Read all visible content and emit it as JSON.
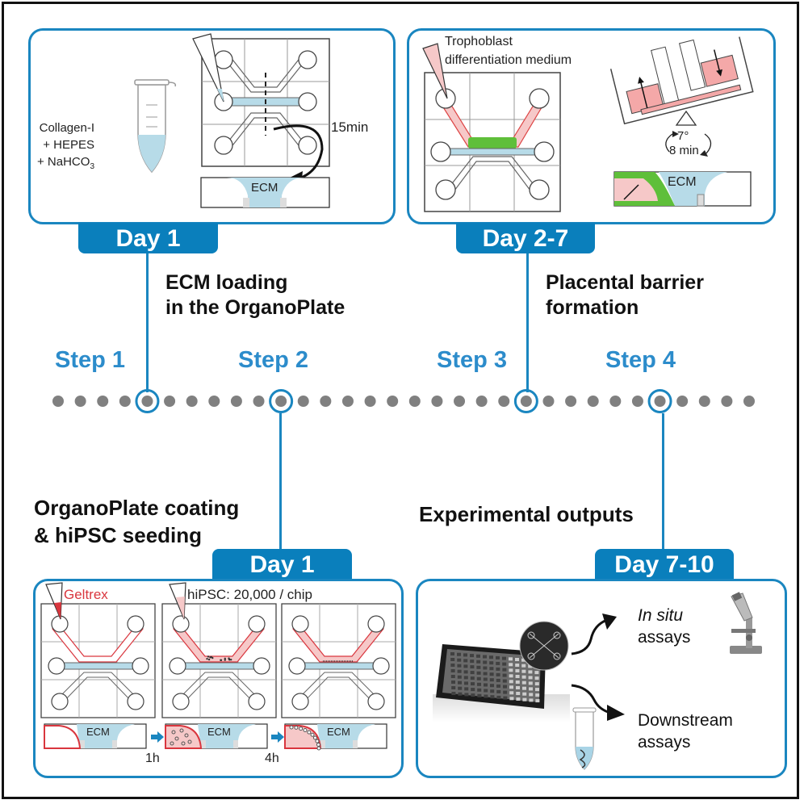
{
  "timeline": {
    "dot_count": 32,
    "highlight_indices": [
      4,
      10,
      21,
      27
    ],
    "dot_color": "#808080",
    "accent_color": "#1a86c0"
  },
  "steps": [
    {
      "label": "Step 1",
      "day": "Day 1",
      "title_line1": "ECM loading",
      "title_line2": "in the OrganoPlate"
    },
    {
      "label": "Step 2",
      "day": "Day 1",
      "title_line1": "OrganoPlate coating",
      "title_line2": "& hiPSC seeding"
    },
    {
      "label": "Step 3",
      "day": "Day 2-7",
      "title_line1": "Placental barrier",
      "title_line2": "formation"
    },
    {
      "label": "Step 4",
      "day": "Day 7-10",
      "title_line1": "Experimental outputs",
      "title_line2": ""
    }
  ],
  "panel1": {
    "reagents_line1": "Collagen-I",
    "reagents_line2": "+ HEPES",
    "reagents_line3": "+ NaHCO",
    "reagents_sub": "3",
    "time": "15min",
    "ecm": "ECM"
  },
  "panel2": {
    "geltrex": "Geltrex",
    "seeding": "hiPSC: 20,000 / chip",
    "ecm": "ECM",
    "t1": "1h",
    "t2": "4h"
  },
  "panel3": {
    "medium_line1": "Trophoblast",
    "medium_line2": "differentiation medium",
    "angle": "7°",
    "interval": "8 min",
    "ecm": "ECM"
  },
  "panel4": {
    "insitu_italic": "In situ",
    "insitu_line2": "assays",
    "downstream_line1": "Downstream",
    "downstream_line2": "assays"
  }
}
